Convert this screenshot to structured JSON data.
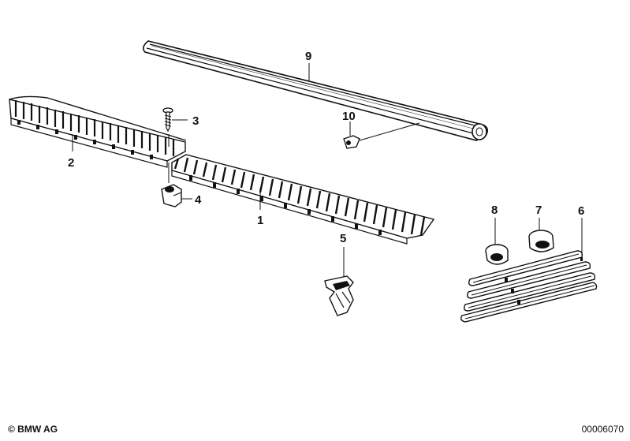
{
  "parts": [
    {
      "id": "callout-1",
      "label": "1"
    },
    {
      "id": "callout-2",
      "label": "2"
    },
    {
      "id": "callout-3",
      "label": "3"
    },
    {
      "id": "callout-4",
      "label": "4"
    },
    {
      "id": "callout-5",
      "label": "5"
    },
    {
      "id": "callout-6",
      "label": "6"
    },
    {
      "id": "callout-7",
      "label": "7"
    },
    {
      "id": "callout-8",
      "label": "8"
    },
    {
      "id": "callout-9",
      "label": "9"
    },
    {
      "id": "callout-10",
      "label": "10"
    }
  ],
  "footer": {
    "copyright": "© BMW AG",
    "diagram_id": "00006070"
  }
}
